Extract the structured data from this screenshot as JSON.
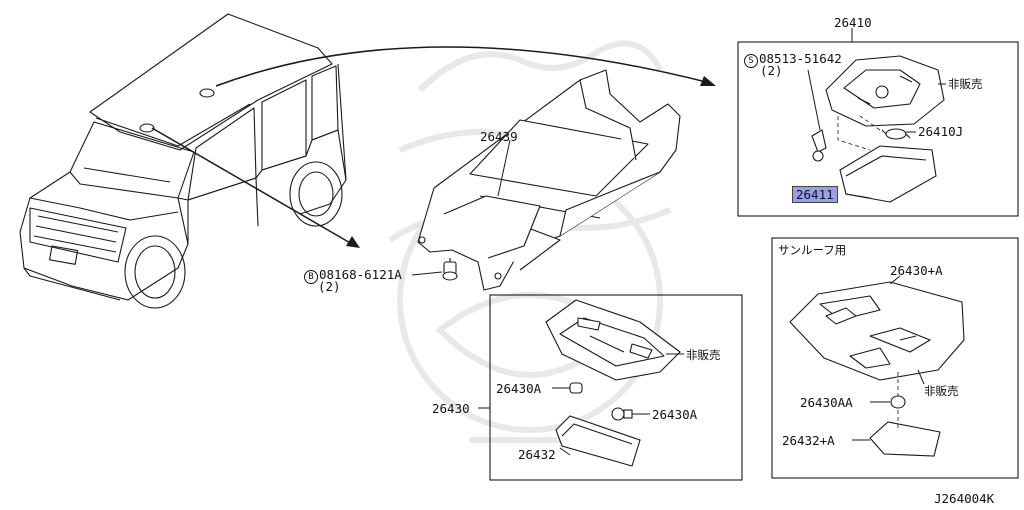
{
  "labels": {
    "p26410": "26410",
    "screw_circle": "S",
    "screw_pn": "08513-51642",
    "screw_qty": "(2)",
    "nonsale_1": "非販売",
    "p26410J": "26410J",
    "p26411": "26411",
    "p26439": "26439",
    "bolt_circle": "B",
    "bolt_pn": "08168-6121A",
    "bolt_qty": "(2)",
    "nonsale_2": "非販売",
    "p26430A_left": "26430A",
    "p26430A_right": "26430A",
    "p26430": "26430",
    "p26432": "26432",
    "sunroof_title": "サンルーフ用",
    "p26430plusA": "26430+A",
    "nonsale_3": "非販売",
    "p26430AA": "26430AA",
    "p26432plusA": "26432+A",
    "diagram_code": "J264004K"
  },
  "colors": {
    "line": "#1a1a1a",
    "highlight": "#9aa0e8",
    "watermark": "#e6e6e6"
  }
}
